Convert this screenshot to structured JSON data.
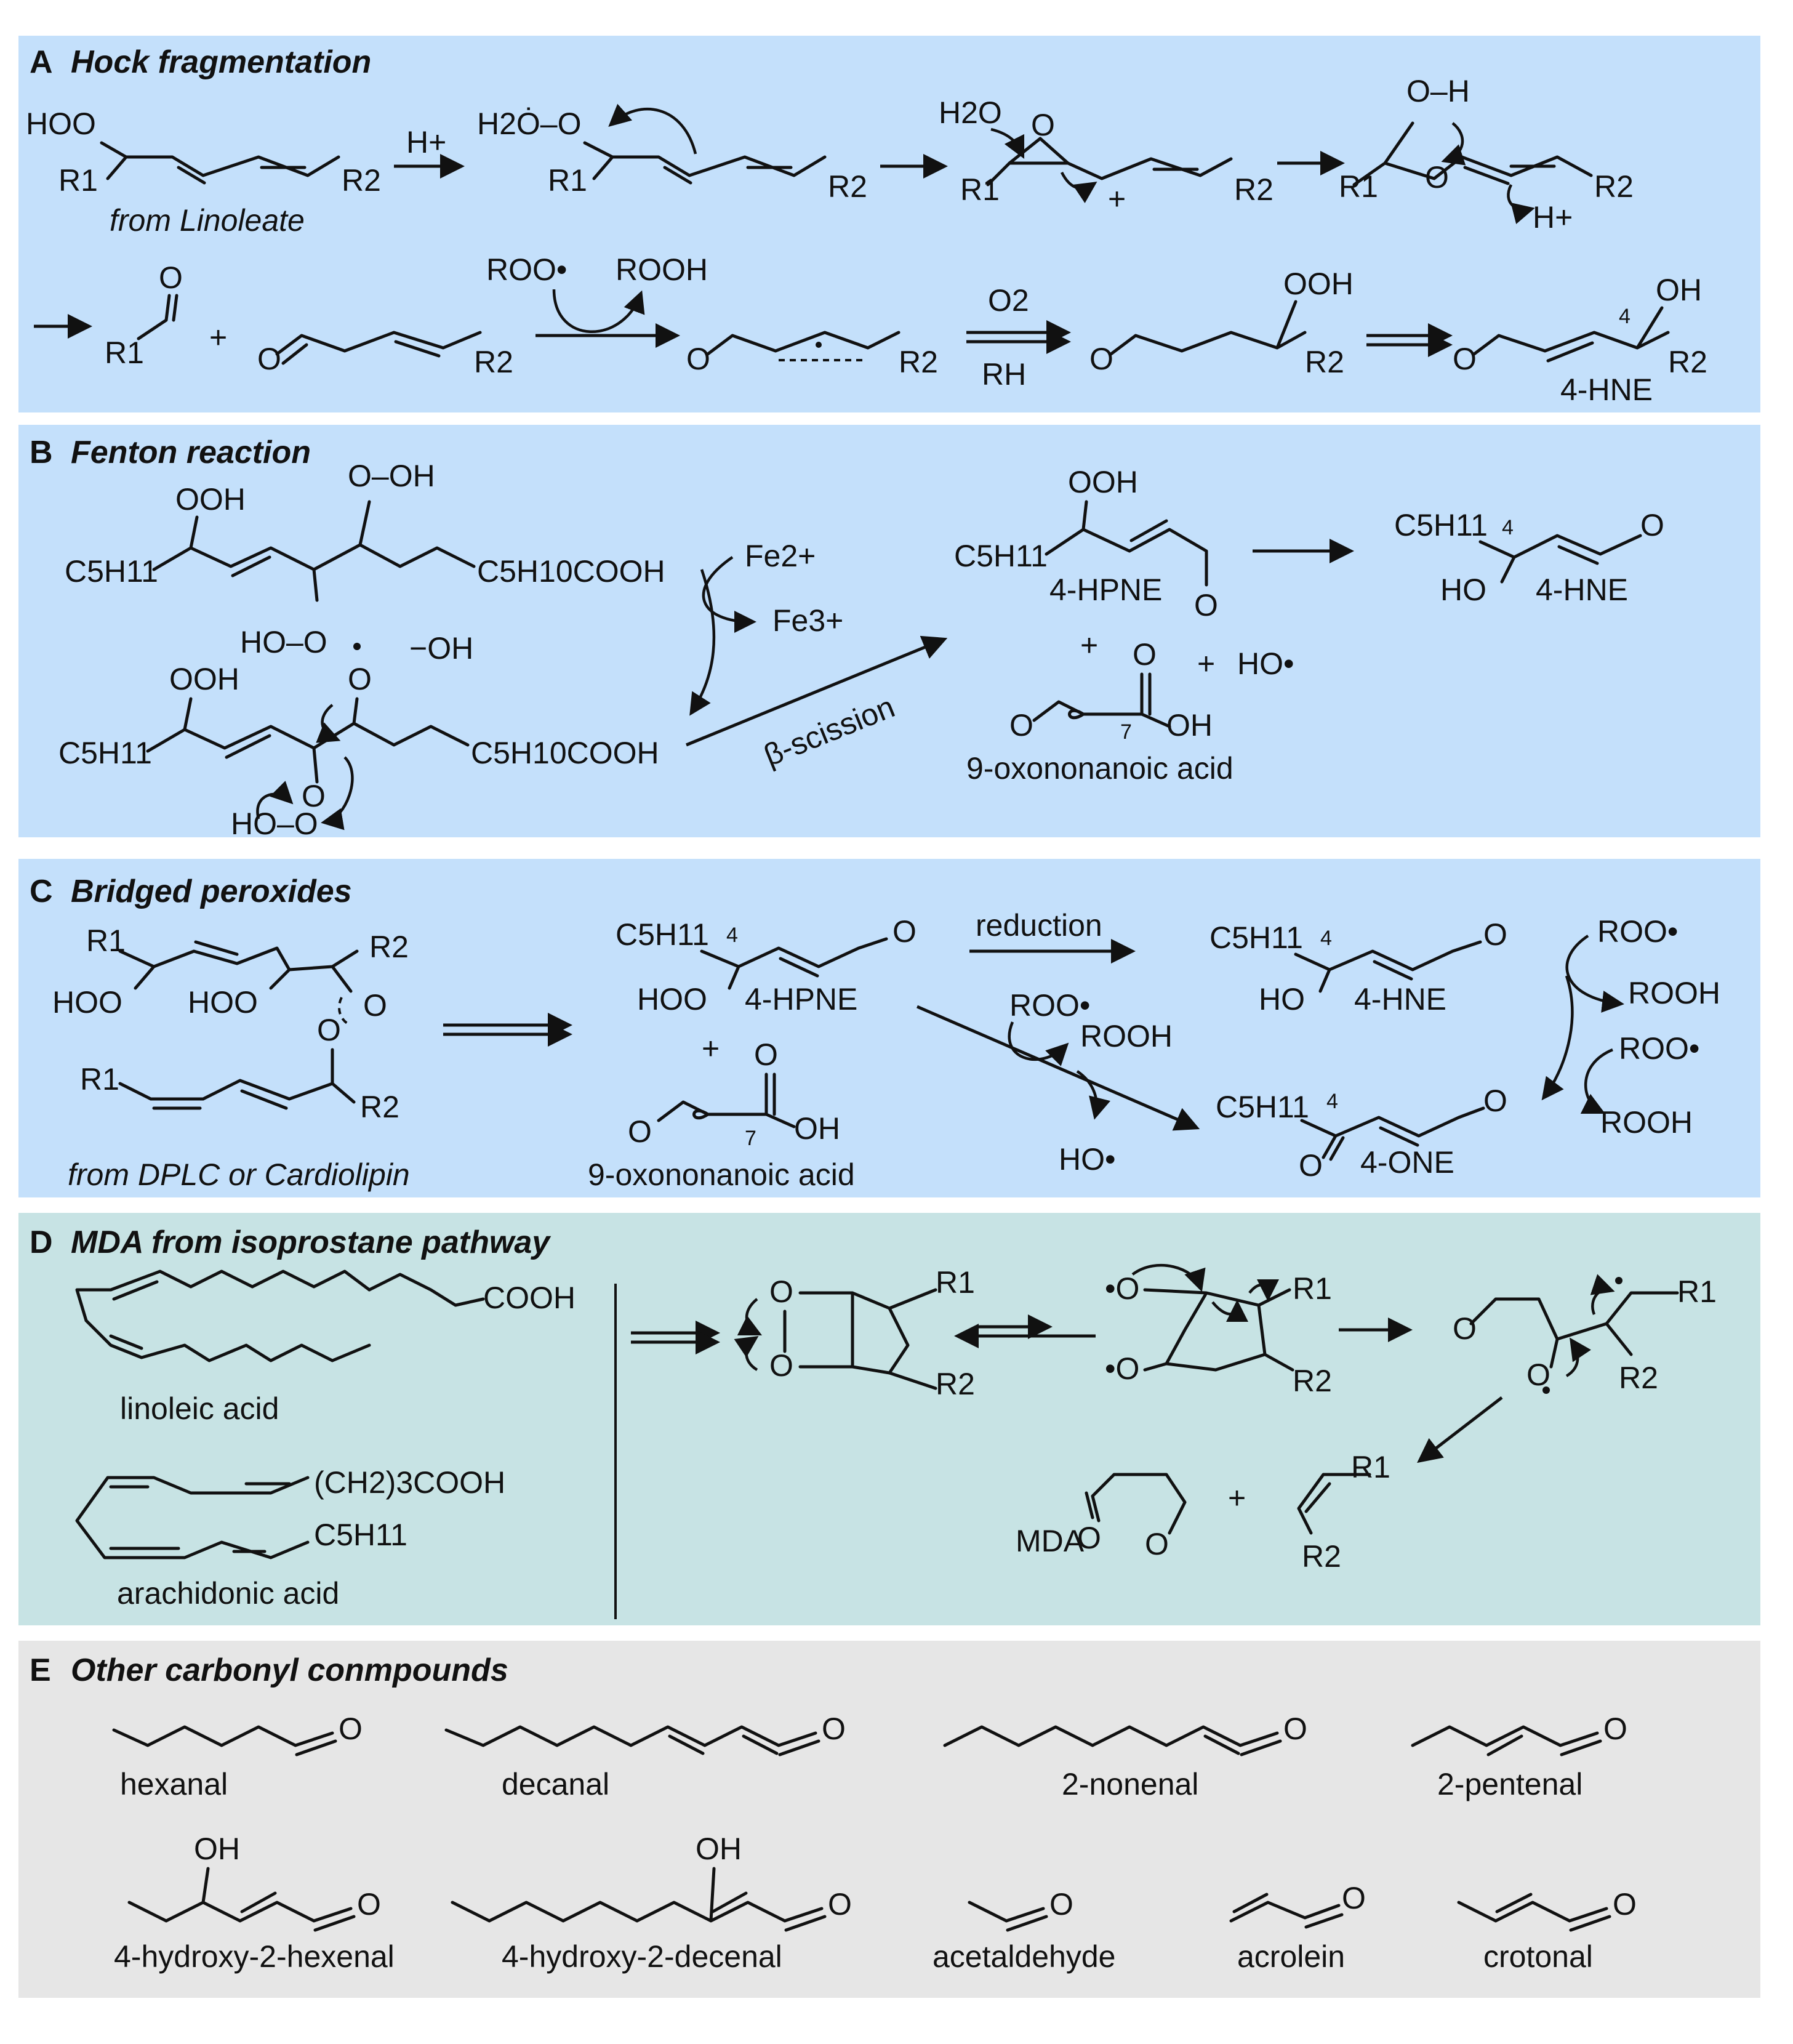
{
  "colors": {
    "panel_blue": "#c4e0fb",
    "panel_teal": "#c7e3e4",
    "panel_gray": "#e6e6e6",
    "ink": "#111111"
  },
  "panels": {
    "A": {
      "letter": "A",
      "title": "Hock fragmentation",
      "labels": {
        "hoo": "HOO",
        "r1": "R1",
        "r2": "R2",
        "from_linoleate": "from Linoleate",
        "h_plus": "H+",
        "h2o_plus": "H2Ȯ–O",
        "h2o": "H2O",
        "plus_charge": "+",
        "oh_h": "O–H",
        "h_plus2": "H+",
        "o": "O",
        "plus": "+",
        "roo_rad": "ROO•",
        "rooh": "ROOH",
        "o2": "O2",
        "rh": "RH",
        "ooh": "OOH",
        "oh": "OH",
        "locant4": "4",
        "hne": "4-HNE"
      }
    },
    "B": {
      "letter": "B",
      "title": "Fenton reaction",
      "labels": {
        "ooh": "OOH",
        "o_oh": "O–OH",
        "c5h11": "C5H11",
        "c5h10cooh": "C5H10COOH",
        "ho_o": "HO–O",
        "fe2": "Fe2+",
        "fe3": "Fe3+",
        "minus_oh": "−OH",
        "o_rad": "O•",
        "beta_scission": "β-scission",
        "hpne": "4-HPNE",
        "o": "O",
        "hne": "4-HNE",
        "ho": "HO",
        "locant4": "4",
        "plus": "+",
        "ho_rad": "HO•",
        "sub7": "7",
        "oh": "OH",
        "oxononanoic": "9-oxononanoic acid"
      }
    },
    "C": {
      "letter": "C",
      "title": "Bridged peroxides",
      "labels": {
        "r1": "R1",
        "r2": "R2",
        "hoo": "HOO",
        "o": "O",
        "from_dplc": "from DPLC or Cardiolipin",
        "c5h11": "C5H11",
        "locant4": "4",
        "hpne": "4-HPNE",
        "plus": "+",
        "sub7": "7",
        "oh": "OH",
        "oxononanoic": "9-oxononanoic acid",
        "reduction": "reduction",
        "roo_rad": "ROO•",
        "rooh": "ROOH",
        "ho_rad": "HO•",
        "ho": "HO",
        "hne": "4-HNE",
        "one": "4-ONE"
      }
    },
    "D": {
      "letter": "D",
      "title": "MDA from isoprostane pathway",
      "labels": {
        "cooh": "COOH",
        "linoleic": "linoleic acid",
        "ch2_3cooh": "(CH2)3COOH",
        "c5h11": "C5H11",
        "arachidonic": "arachidonic acid",
        "o": "O",
        "o_rad": "•O",
        "r1": "R1",
        "r2": "R2",
        "mda": "MDA",
        "plus": "+"
      }
    },
    "E": {
      "letter": "E",
      "title": "Other carbonyl conmpounds",
      "compounds": [
        "hexanal",
        "decanal",
        "2-nonenal",
        "2-pentenal",
        "4-hydroxy-2-hexenal",
        "4-hydroxy-2-decenal",
        "acetaldehyde",
        "acrolein",
        "crotonal"
      ],
      "labels": {
        "o": "O",
        "oh": "OH"
      }
    }
  }
}
